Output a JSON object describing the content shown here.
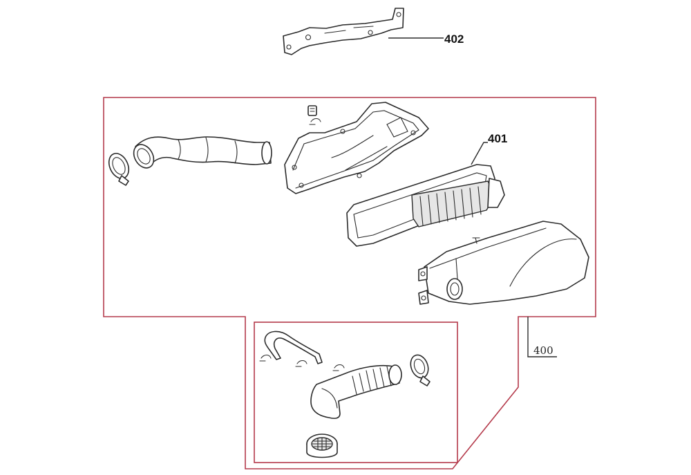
{
  "callouts": {
    "bracket": "402",
    "filter": "401",
    "assembly": "400"
  },
  "colors": {
    "frame": "#b4394a",
    "line": "#2a2a2a"
  },
  "icons": {
    "bracket": "mounting-bracket-icon",
    "hose": "intake-hose-icon",
    "clamp": "hose-clamp-icon",
    "cover": "air-filter-cover-icon",
    "element": "air-filter-element-icon",
    "housing": "air-filter-housing-icon",
    "cable": "bowden-cable-icon",
    "bellows": "bellows-duct-icon",
    "screen": "intake-screen-icon"
  }
}
